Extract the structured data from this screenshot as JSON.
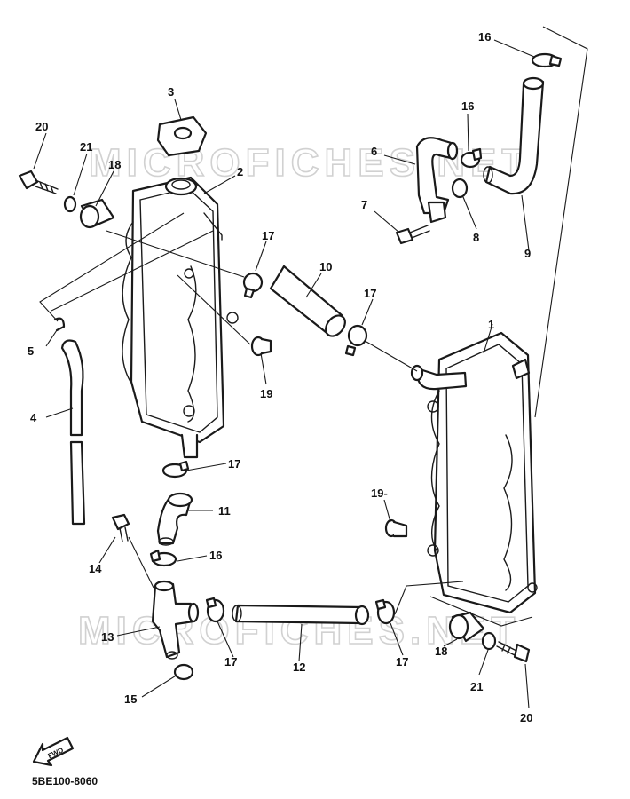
{
  "diagram": {
    "watermark": "MICROFICHES.NET",
    "part_number": "5BE100-8060",
    "fwd_label": "FWD",
    "callouts": {
      "c1": "1",
      "c2": "2",
      "c3": "3",
      "c4": "4",
      "c5": "5",
      "c6": "6",
      "c7": "7",
      "c8": "8",
      "c9": "9",
      "c10": "10",
      "c11": "11",
      "c12": "12",
      "c13": "13",
      "c14": "14",
      "c15": "15",
      "c16a": "16",
      "c16b": "16",
      "c16c": "16",
      "c17a": "17",
      "c17b": "17",
      "c17c": "17",
      "c17d": "17",
      "c17e": "17",
      "c18a": "18",
      "c18b": "18",
      "c19a": "19",
      "c19b": "19-",
      "c20a": "20",
      "c20b": "20",
      "c21a": "21",
      "c21b": "21"
    }
  }
}
